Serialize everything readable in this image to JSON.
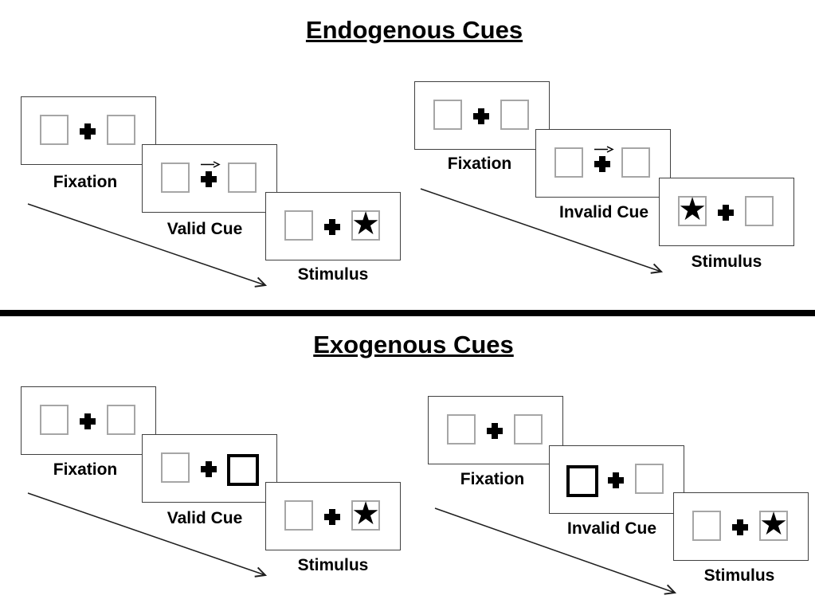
{
  "diagram": {
    "kind": "posner-cueing-paradigm",
    "sections": [
      {
        "title": "Endogenous Cues",
        "groups": [
          {
            "id": "endogenous-valid",
            "fixation_label": "Fixation",
            "cue_label": "Valid Cue",
            "stimulus_label": "Stimulus",
            "cue_type": "central-arrow",
            "cue_arrow_direction": "right",
            "stimulus_star_side": "right"
          },
          {
            "id": "endogenous-invalid",
            "fixation_label": "Fixation",
            "cue_label": "Invalid Cue",
            "stimulus_label": "Stimulus",
            "cue_type": "central-arrow",
            "cue_arrow_direction": "right",
            "stimulus_star_side": "left"
          }
        ]
      },
      {
        "title": "Exogenous Cues",
        "groups": [
          {
            "id": "exogenous-valid",
            "fixation_label": "Fixation",
            "cue_label": "Valid Cue",
            "stimulus_label": "Stimulus",
            "cue_type": "peripheral-box-highlight",
            "cue_highlight_side": "right",
            "stimulus_star_side": "right"
          },
          {
            "id": "exogenous-invalid",
            "fixation_label": "Fixation",
            "cue_label": "Invalid Cue",
            "stimulus_label": "Stimulus",
            "cue_type": "peripheral-box-highlight",
            "cue_highlight_side": "left",
            "stimulus_star_side": "right"
          }
        ]
      }
    ]
  },
  "symbols": {
    "star": "★"
  },
  "colors": {
    "background": "#ffffff",
    "panel_border": "#404040",
    "square_border": "#a6a6a6",
    "cue_highlight": "#000000",
    "text": "#000000",
    "divider": "#000000",
    "arrow": "#1f1f1f"
  }
}
